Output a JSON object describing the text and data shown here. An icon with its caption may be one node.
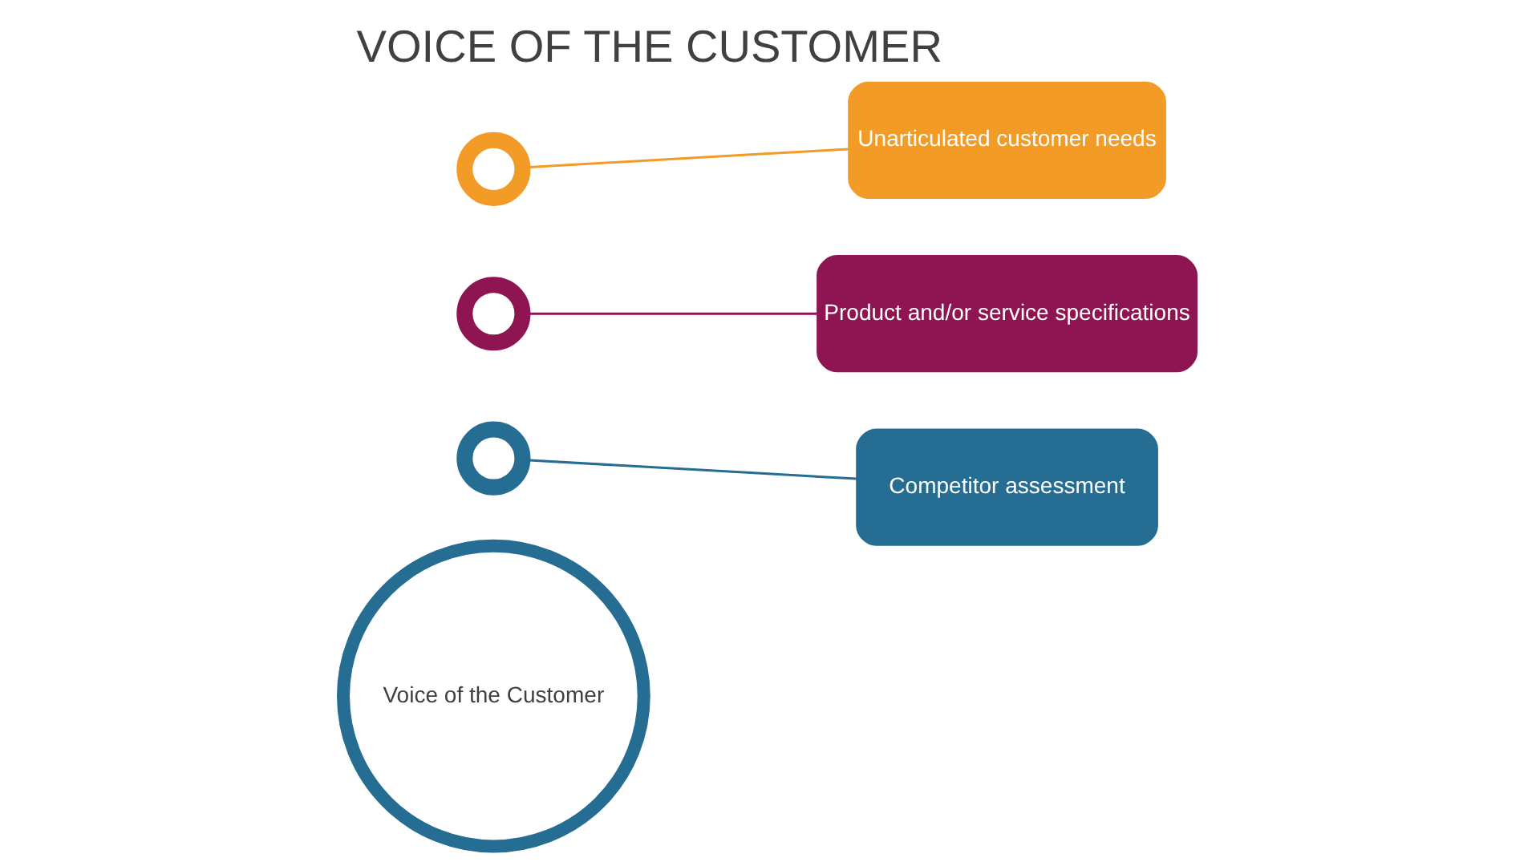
{
  "diagram": {
    "title": "VOICE OF THE CUSTOMER",
    "nodes": [
      {
        "text": [
          "Voice of the Customer"
        ]
      },
      {
        "text": [],
        "shape": "arc"
      },
      {
        "text": [],
        "shape": "arc"
      },
      {
        "text": [],
        "shape": "arc"
      },
      {
        "text": [
          "Unarticulated customer needs"
        ]
      },
      {
        "text": [
          "Product and/or service specifications"
        ]
      },
      {
        "text": [
          "Competitor assessment"
        ]
      }
    ],
    "edges": [
      {
        "from": 1,
        "to": 4,
        "arrow": "none",
        "color": "#f29b26"
      },
      {
        "from": 2,
        "to": 5,
        "arrow": "none",
        "color": "#8e1552"
      },
      {
        "from": 3,
        "to": 6,
        "arrow": "none",
        "color": "#256d92"
      }
    ]
  }
}
